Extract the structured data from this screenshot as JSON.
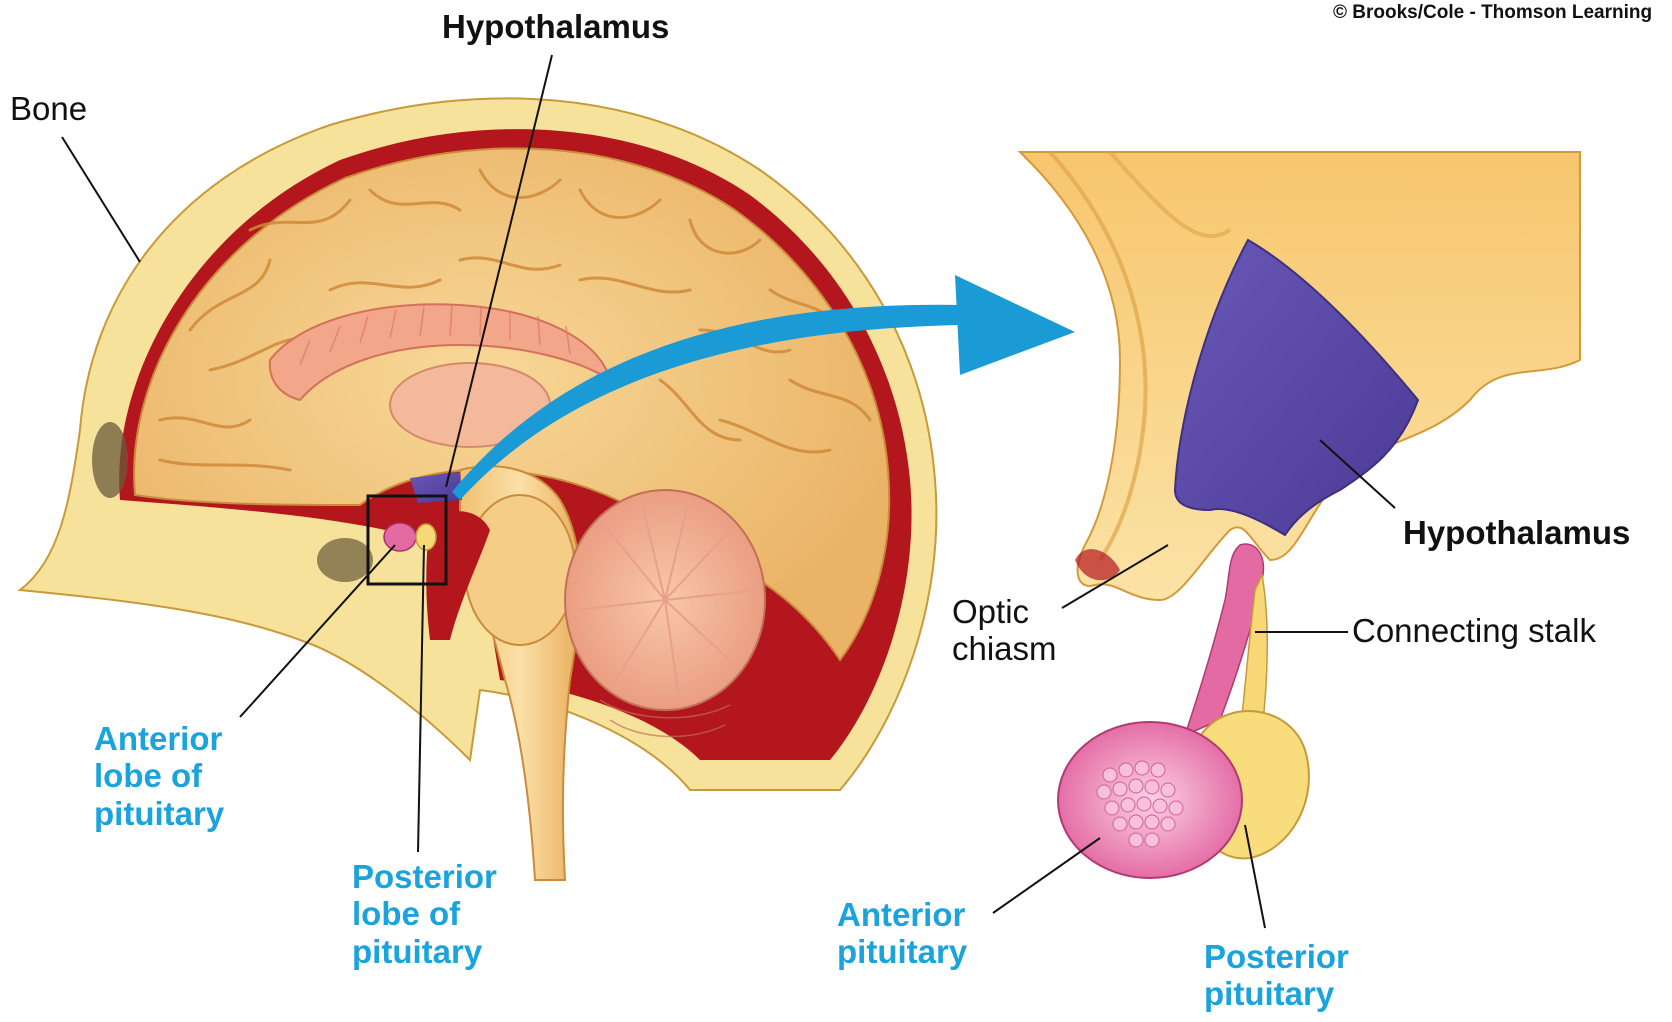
{
  "copyright": "© Brooks/Cole - Thomson Learning",
  "labels": {
    "hypothalamus_top": "Hypothalamus",
    "bone": "Bone",
    "anterior_lobe": [
      "Anterior",
      "lobe of",
      "pituitary"
    ],
    "posterior_lobe": [
      "Posterior",
      "lobe of",
      "pituitary"
    ],
    "hypothalamus_right": "Hypothalamus",
    "optic_chiasm": [
      "Optic",
      "chiasm"
    ],
    "connecting_stalk": "Connecting stalk",
    "anterior_pituitary": [
      "Anterior",
      "pituitary"
    ],
    "posterior_pituitary": [
      "Posterior",
      "pituitary"
    ]
  },
  "colors": {
    "brain": "#f3c77a",
    "brain_fold": "#e9ad5a",
    "bone": "#f6e29a",
    "dura": "#b3161d",
    "hypothalamus": "#5b4aa8",
    "anterior_pituitary": "#e46aa3",
    "arrow": "#1a9bd6",
    "label_blue": "#1aa3dc"
  }
}
